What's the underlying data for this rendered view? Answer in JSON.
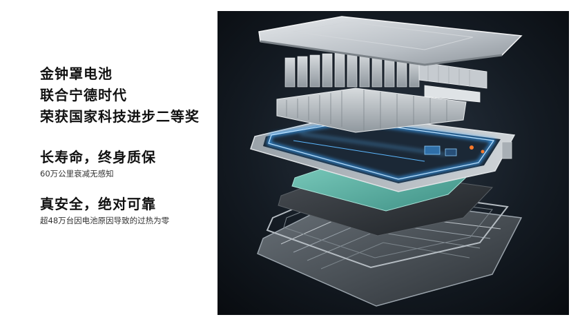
{
  "headline": {
    "lines": [
      "金钟罩电池",
      "联合宁德时代",
      "荣获国家科技进步二等奖"
    ]
  },
  "features": [
    {
      "title": "长寿命，终身质保",
      "subtitle": "60万公里衰减无感知"
    },
    {
      "title": "真安全，绝对可靠",
      "subtitle": "超48万台因电池原因导致的过热为零"
    }
  ],
  "visual": {
    "icon": "battery-pack-exploded-icon",
    "colors": {
      "background": "#0d1218",
      "glow": "#3aa6ff",
      "teal_layer": "#5fb5a8",
      "accent": "#ff7a2a"
    }
  }
}
